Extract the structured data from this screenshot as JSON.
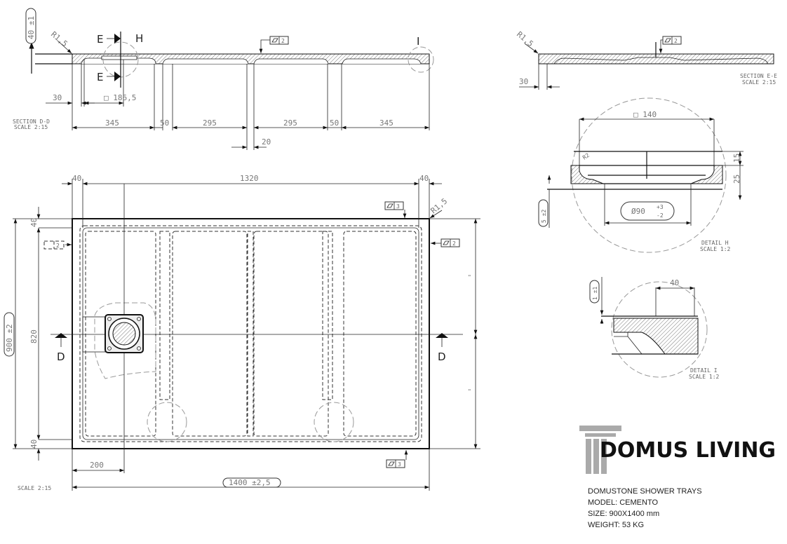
{
  "section_dd": {
    "title": "SECTION D-D",
    "scale": "SCALE 2:15",
    "thickness": "40 ±1",
    "radius": "R1,5",
    "cut_label_e": "E",
    "detail_h_label": "H",
    "detail_i_label": "I",
    "flatness_value": "2",
    "dim_edge": "30",
    "dim_drain_square": "□ 186,5",
    "dims_row": [
      "345",
      "50",
      "295",
      "295",
      "50",
      "345"
    ],
    "dim_rib": "20"
  },
  "section_ee": {
    "title": "SECTION E-E",
    "scale": "SCALE 2:15",
    "radius": "R1,5",
    "flatness_value": "2",
    "dim_edge": "30"
  },
  "detail_h": {
    "title": "DETAIL H",
    "scale": "SCALE 1:2",
    "dim_square": "□ 140",
    "radius": "R2",
    "dim_15": "15",
    "dim_25": "25",
    "dim_diameter": "Ø90",
    "tol_plus": "+3",
    "tol_minus": "-2",
    "dim_5": "5 ±2"
  },
  "detail_i": {
    "title": "DETAIL I",
    "scale": "SCALE 1:2",
    "dim_40": "40",
    "dim_1": "1 ±1"
  },
  "plan": {
    "scale": "SCALE 2:15",
    "dim_left_40": "40",
    "dim_length_inner": "1320",
    "dim_right_40": "40",
    "dim_top_40": "40",
    "dim_inner_820": "820",
    "dim_bottom_40": "40",
    "dim_width": "900 ±2",
    "dim_drain_offset": "200",
    "dim_length": "1400 ±2,5",
    "section_label": "D",
    "radius": "R1,5",
    "flatness_top": "3",
    "flatness_right": "2",
    "flatness_bottom": "3",
    "flatness_left": "2",
    "equal_mark": "\""
  },
  "branding": {
    "logo_text": "DOMUS LIVING",
    "product_line": "DOMUSTONE SHOWER TRAYS",
    "model": "MODEL: CEMENTO",
    "size": "SIZE: 900X1400 mm",
    "weight": "WEIGHT: 53 KG"
  }
}
